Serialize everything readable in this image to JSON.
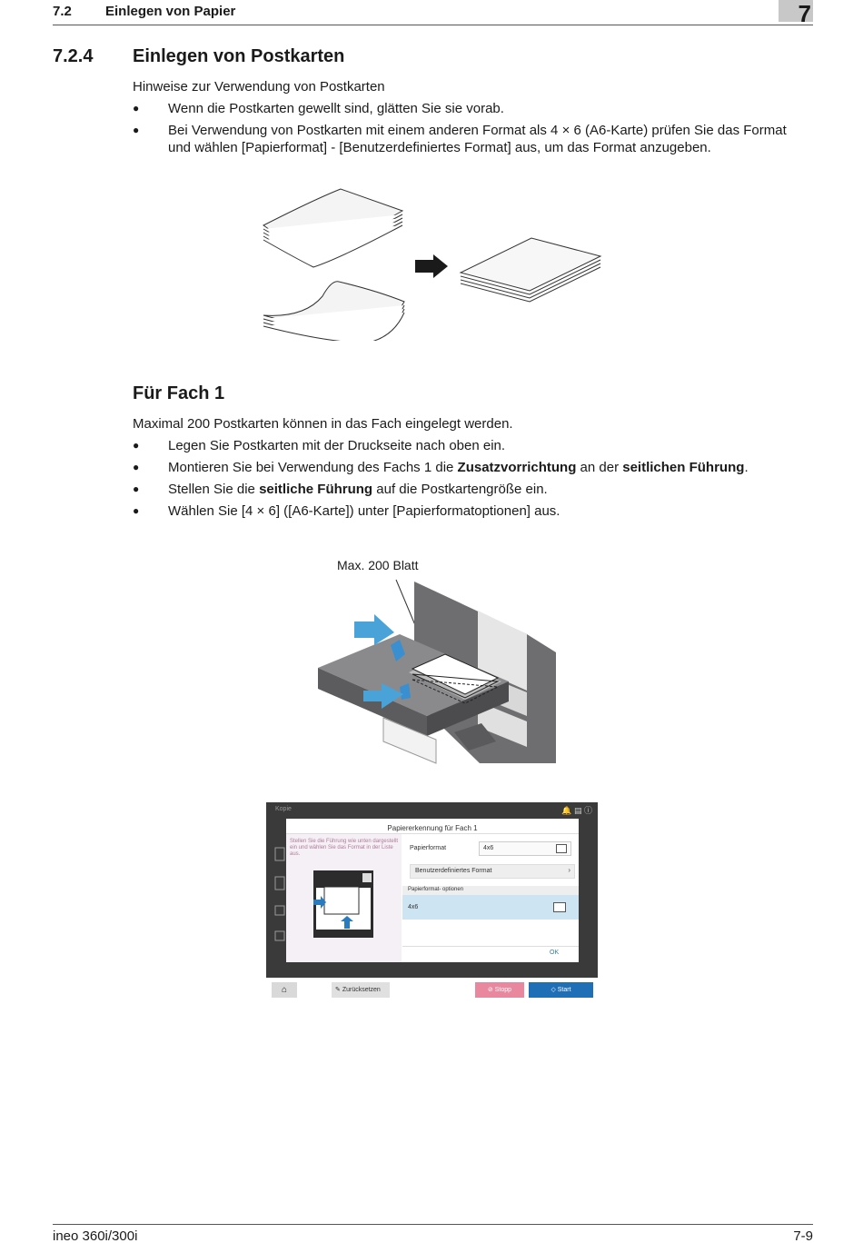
{
  "header": {
    "section_number": "7.2",
    "section_title": "Einlegen von Papier",
    "chapter": "7"
  },
  "section": {
    "number": "7.2.4",
    "title": "Einlegen von Postkarten",
    "intro": "Hinweise zur Verwendung von Postkarten",
    "bullets": [
      "Wenn die Postkarten gewellt sind, glätten Sie sie vorab.",
      "Bei Verwendung von Postkarten mit einem anderen Format als 4 × 6 (A6-Karte) prüfen Sie das Format und wählen [Papierformat] - [Benutzerdefiniertes Format] aus, um das Format anzugeben."
    ]
  },
  "tray1": {
    "title": "Für Fach 1",
    "intro": "Maximal 200 Postkarten können in das Fach eingelegt werden.",
    "bullet1": "Legen Sie Postkarten mit der Druckseite nach oben ein.",
    "bullet2": {
      "pre": "Montieren Sie bei Verwendung des Fachs 1 die ",
      "b1": "Zusatzvorrichtung",
      "mid": " an der ",
      "b2": "seitlichen Führung",
      "post": "."
    },
    "bullet3": {
      "pre": "Stellen Sie die ",
      "b1": "seitliche Führung",
      "post": " auf die Postkartengröße ein."
    },
    "bullet4": "Wählen Sie [4 × 6] ([A6-Karte]) unter [Papierformatoptionen] aus.",
    "callout": "Max. 200 Blatt"
  },
  "screen": {
    "window_title": "Kopie",
    "dialog_title": "Papiererkennung für Fach 1",
    "hint": "Stellen Sie die Führung wie unten dargestellt ein und wählen Sie das Format in der Liste aus.",
    "format_label": "Papierformat",
    "format_value": "4x6",
    "custom_format": "Benutzerdefiniertes Format",
    "options_header": "Papierformat- optionen",
    "option_selected": "4x6",
    "ok": "OK",
    "reset": "Zurücksetzen",
    "stop": "Stopp",
    "start": "Start"
  },
  "footer": {
    "model": "ineo 360i/300i",
    "page": "7-9"
  },
  "colors": {
    "stop": "#e8879d",
    "start": "#1e6fb5",
    "selected_row": "#cde4f2",
    "push_arrow": "#4aa3d8"
  }
}
